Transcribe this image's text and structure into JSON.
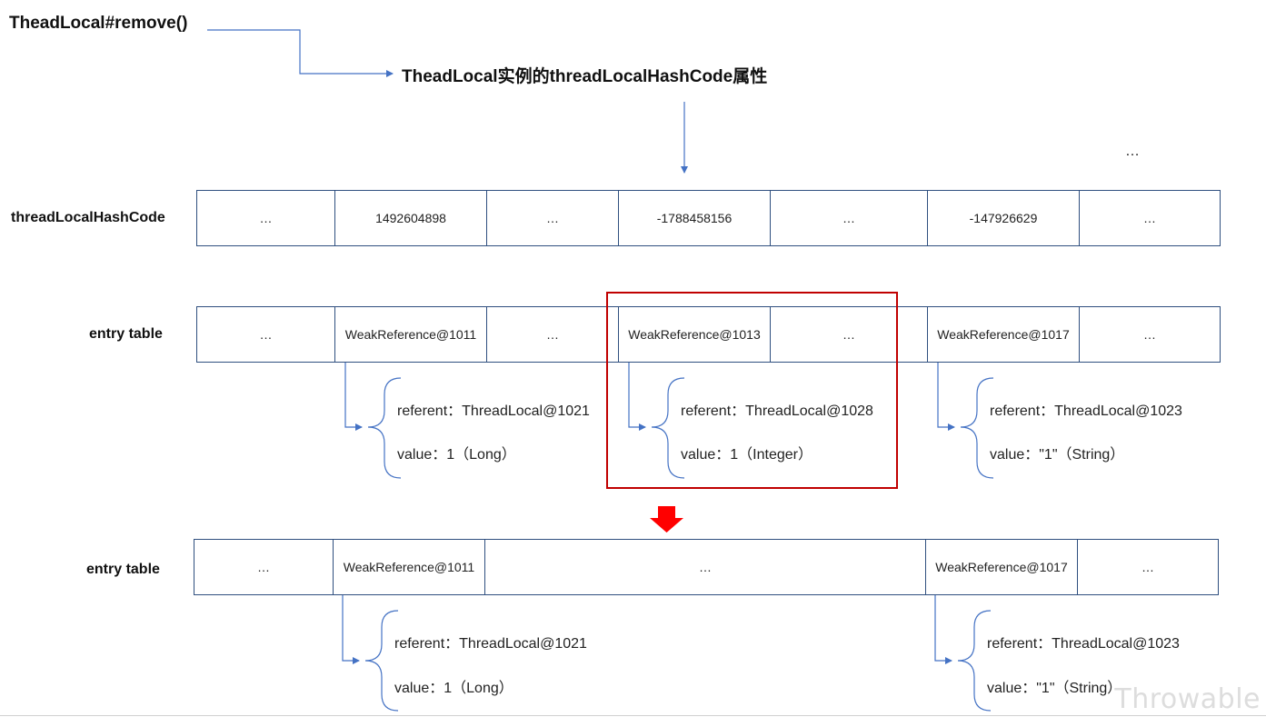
{
  "title": "TheadLocal#remove()",
  "subtitle": "TheadLocal实例的threadLocalHashCode属性",
  "top_ellipsis": "…",
  "rows": {
    "hash": {
      "label": "threadLocalHashCode",
      "cells": [
        "…",
        "1492604898",
        "…",
        "-1788458156",
        "…",
        "-147926629",
        "…"
      ]
    },
    "entry_before": {
      "label": "entry table",
      "cells": [
        "…",
        "WeakReference@1011",
        "…",
        "WeakReference@1013",
        "…",
        "WeakReference@1017",
        "…"
      ]
    },
    "entry_after": {
      "label": "entry table",
      "cells": [
        "…",
        "WeakReference@1011",
        "…",
        "WeakReference@1017",
        "…"
      ]
    }
  },
  "refs_before": [
    {
      "referent": "referent：ThreadLocal@1021",
      "value": "value：1（Long）"
    },
    {
      "referent": "referent：ThreadLocal@1028",
      "value": "value：1（Integer）"
    },
    {
      "referent": "referent：ThreadLocal@1023",
      "value": "value：\"1\"（String）"
    }
  ],
  "refs_after": [
    {
      "referent": "referent：ThreadLocal@1021",
      "value": "value：1（Long）"
    },
    {
      "referent": "referent：ThreadLocal@1023",
      "value": "value：\"1\"（String）"
    }
  ],
  "watermark": "Throwable",
  "colors": {
    "line": "#4472c4",
    "highlight_border": "#c00000",
    "arrow_down": "#ff0000"
  }
}
